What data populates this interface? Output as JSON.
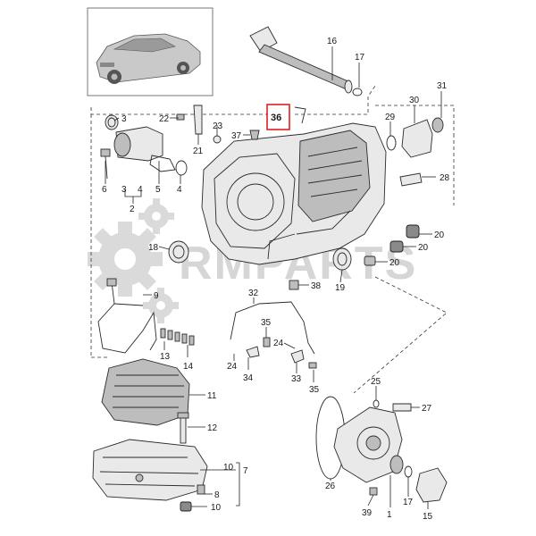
{
  "watermark": {
    "text": "RMPARTS",
    "color": "#cfcfcf"
  },
  "highlight": {
    "label": "36",
    "color": "#e02020"
  },
  "callouts": {
    "c1": "1",
    "c2": "2",
    "c3a": "3",
    "c3b": "3",
    "c4a": "4",
    "c4b": "4",
    "c5": "5",
    "c6": "6",
    "c7": "7",
    "c8": "8",
    "c9": "9",
    "c10a": "10",
    "c10b": "10",
    "c11": "11",
    "c12": "12",
    "c13": "13",
    "c14": "14",
    "c15": "15",
    "c16": "16",
    "c17a": "17",
    "c17b": "17",
    "c18": "18",
    "c19": "19",
    "c20a": "20",
    "c20b": "20",
    "c20c": "20",
    "c21": "21",
    "c22": "22",
    "c23": "23",
    "c24a": "24",
    "c24b": "24",
    "c25": "25",
    "c26": "26",
    "c27": "27",
    "c28": "28",
    "c29": "29",
    "c30": "30",
    "c31": "31",
    "c32": "32",
    "c33": "33",
    "c34": "34",
    "c35a": "35",
    "c35b": "35",
    "c37": "37",
    "c38": "38",
    "c39": "39"
  }
}
